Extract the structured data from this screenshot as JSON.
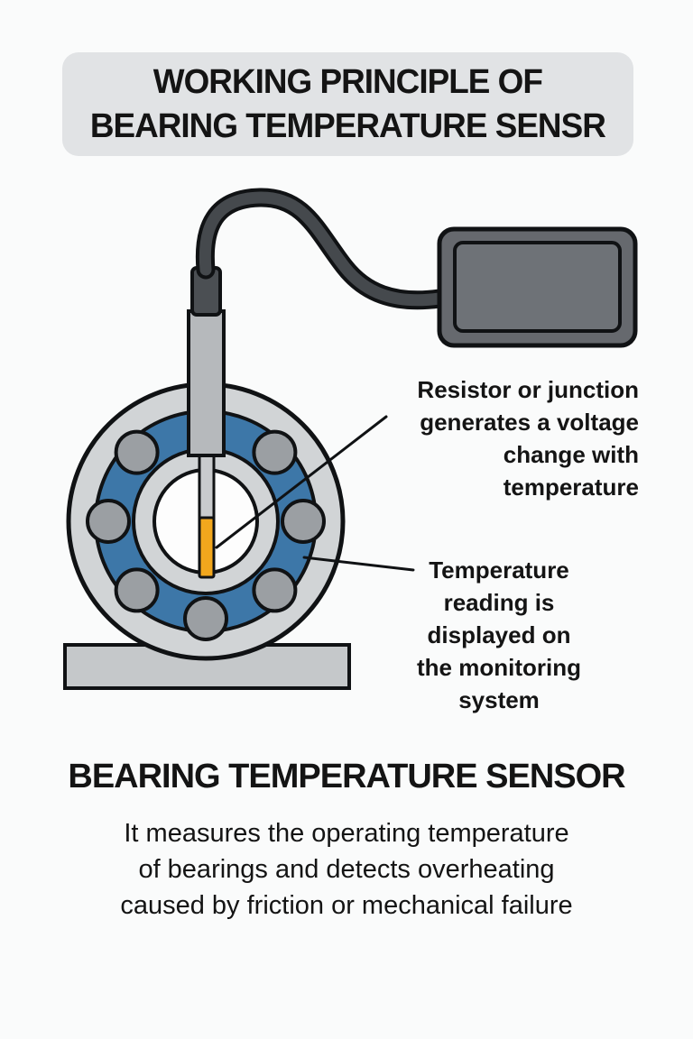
{
  "colors": {
    "page_bg": "#fafbfb",
    "title_box_bg": "#e1e3e5",
    "text_dark": "#141414",
    "outline": "#101214",
    "bearing_ring": "#d1d4d6",
    "bearing_race_blue": "#3d77a8",
    "ball_gray": "#9b9fa3",
    "bore_white": "#fdfdfd",
    "base_gray": "#c5c8ca",
    "probe_shaft": "#b6b9bc",
    "probe_stem": "#c9cbcd",
    "probe_tip_orange": "#f2a71d",
    "connector_dark": "#4b4f53",
    "cable_dark": "#45494d",
    "monitor_body": "#66696e",
    "monitor_screen": "#6e7277"
  },
  "title": {
    "text": "WORKING PRINCIPLE OF\nBEARING TEMPERATURE SENSR"
  },
  "annotations": {
    "resistor": {
      "text": "Resistor or junction\ngenerates a voltage\nchange with\ntemperature"
    },
    "reading": {
      "text": "Temperature\nreading is\ndisplayed on\nthe monitoring\nsystem"
    }
  },
  "footer": {
    "heading": "BEARING TEMPERATURE SENSOR",
    "body": "It measures the operating temperature\nof bearings and detects overheating\ncaused by friction or mechanical failure"
  },
  "diagram": {
    "parts": {
      "bearing": "ball bearing cross-section",
      "probe": "temperature probe",
      "cable": "sensor cable",
      "monitor": "monitoring display",
      "base": "mounting base"
    }
  }
}
